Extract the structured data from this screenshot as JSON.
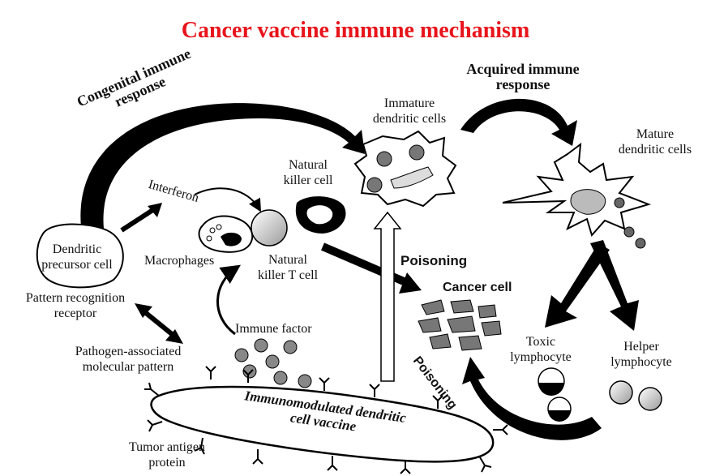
{
  "title": "Cancer vaccine immune mechanism",
  "labels": {
    "congenital": "Congenital immune response",
    "acquired_line1": "Acquired immune",
    "acquired_line2": "response",
    "immature_line1": "Immature",
    "immature_line2": "dendritic cells",
    "mature_line1": "Mature",
    "mature_line2": "dendritic cells",
    "nk_line1": "Natural",
    "nk_line2": "killer cell",
    "interferon": "Interferon",
    "dendritic_precursor_line1": "Dendritic",
    "dendritic_precursor_line2": "precursor cell",
    "macrophages": "Macrophages",
    "nkt_line1": "Natural",
    "nkt_line2": "killer T cell",
    "poisoning_top": "Poisoning",
    "cancer_cell": "Cancer cell",
    "prr_line1": "Pattern recognition",
    "prr_line2": "receptor",
    "immune_factor": "Immune factor",
    "pamp_line1": "Pathogen-associated",
    "pamp_line2": "molecular pattern",
    "toxic_line1": "Toxic",
    "toxic_line2": "lymphocyte",
    "helper_line1": "Helper",
    "helper_line2": "lymphocyte",
    "poisoning_bottom": "Poisoning",
    "vaccine_line1": "Immunomodulated dendritic",
    "vaccine_line2": "cell vaccine",
    "tumor_line1": "Tumor antigen",
    "tumor_line2": "protein"
  }
}
